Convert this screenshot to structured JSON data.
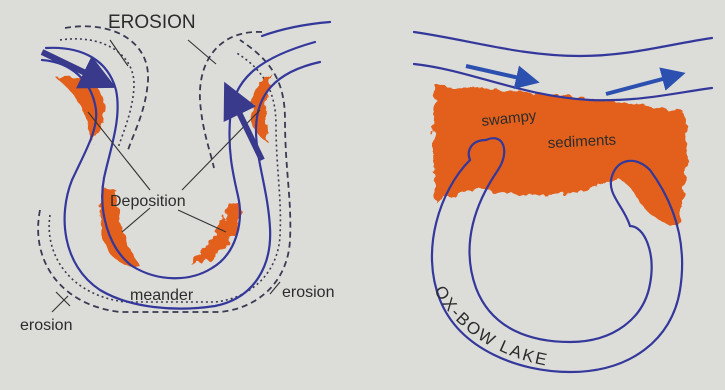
{
  "labels": {
    "erosion_top": "EROSION",
    "deposition": "Deposition",
    "meander": "meander",
    "erosion_right": "erosion",
    "erosion_left": "erosion",
    "swampy": "swampy",
    "sediments": "sediments",
    "oxbow_lake": "OX-BOW LAKE"
  },
  "colors": {
    "background": "#dcdcd9",
    "river_line": "#33389a",
    "deposition": "#e2601c",
    "arrow": "#3a3a8c",
    "arrow_right": "#2c50b0"
  },
  "icons": {
    "flow_arrow": "arrow-right-icon",
    "flow_arrow_up": "arrow-up-icon"
  }
}
